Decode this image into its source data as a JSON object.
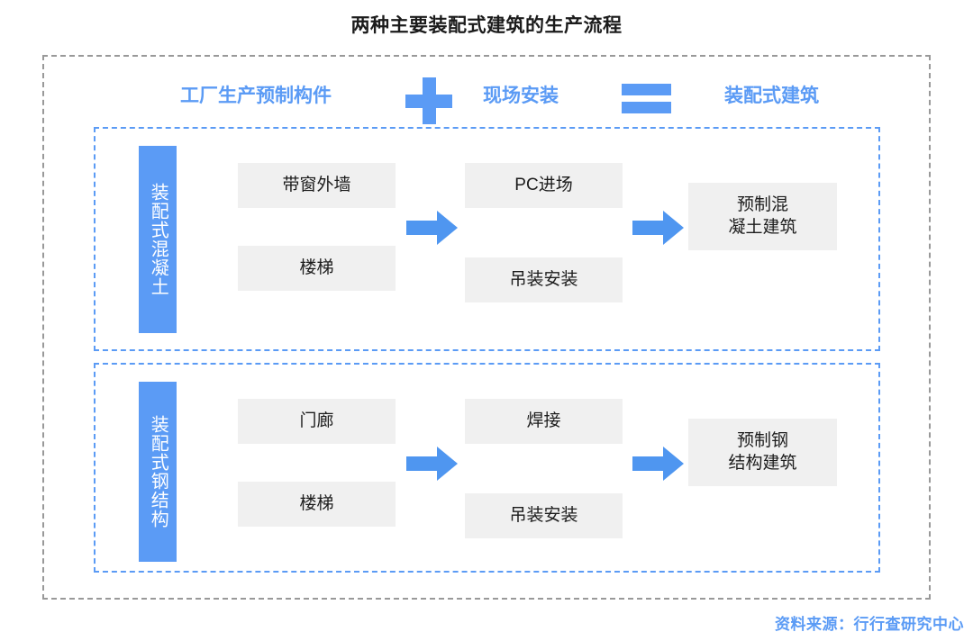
{
  "title": "两种主要装配式建筑的生产流程",
  "header": {
    "factory_label": "工厂生产预制构件",
    "plus_icon": "plus-icon",
    "onsite_label": "现场安装",
    "equals_icon": "equals-icon",
    "result_label": "装配式建筑"
  },
  "rows": [
    {
      "id": "row-pc",
      "vertical_label": "装配式混凝土",
      "factory_items": [
        "带窗外墙",
        "楼梯"
      ],
      "onsite_items": [
        "PC进场",
        "吊装安装"
      ],
      "result": "预制混\n凝土建筑",
      "arrow_1": "arrow-right-icon",
      "arrow_2": "arrow-right-icon"
    },
    {
      "id": "row-steel",
      "vertical_label": "装配式钢结构",
      "factory_items": [
        "门廊",
        "楼梯"
      ],
      "onsite_items": [
        "焊接",
        "吊装安装"
      ],
      "result": "预制钢\n结构建筑",
      "arrow_1": "arrow-right-icon",
      "arrow_2": "arrow-right-icon"
    }
  ],
  "source_note": "资料来源：行行查研究中心",
  "colors": {
    "accent_blue": "#5b9bf5",
    "box_gray": "#f0f0f0",
    "outer_dash": "#999999",
    "title_text": "#1b1b1b"
  }
}
